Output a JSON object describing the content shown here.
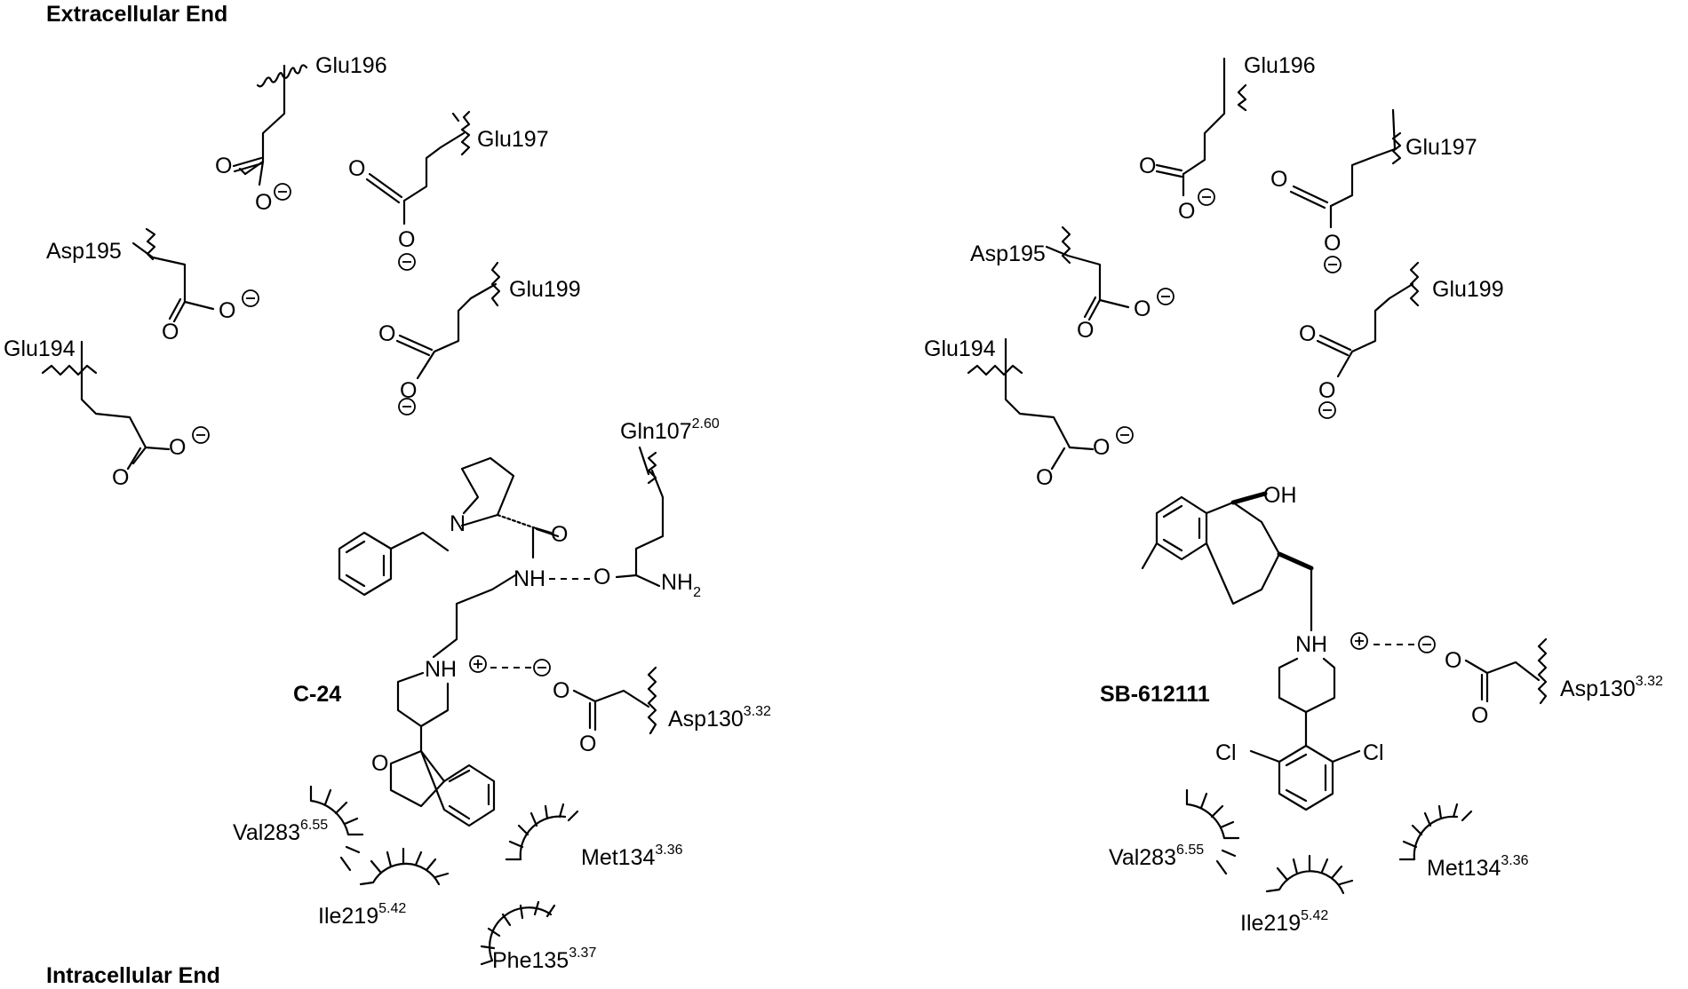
{
  "headers": {
    "top": "Extracellular End",
    "bottom": "Intracellular End"
  },
  "compounds": {
    "left": "C-24",
    "right": "SB-612111"
  },
  "residues": {
    "glu196": "Glu196",
    "glu197": "Glu197",
    "asp195": "Asp195",
    "glu199": "Glu199",
    "glu194": "Glu194",
    "gln107": {
      "name": "Gln107",
      "sup": "2.60"
    },
    "asp130": {
      "name": "Asp130",
      "sup": "3.32"
    },
    "val283": {
      "name": "Val283",
      "sup": "6.55"
    },
    "met134": {
      "name": "Met134",
      "sup": "3.36"
    },
    "ile219": {
      "name": "Ile219",
      "sup": "5.42"
    },
    "phe135": {
      "name": "Phe135",
      "sup": "3.37"
    }
  },
  "atoms": {
    "O": "O",
    "N": "N",
    "NH": "NH",
    "NH2_base": "NH",
    "NH2_sub": "2",
    "OH": "OH",
    "Cl": "Cl"
  }
}
